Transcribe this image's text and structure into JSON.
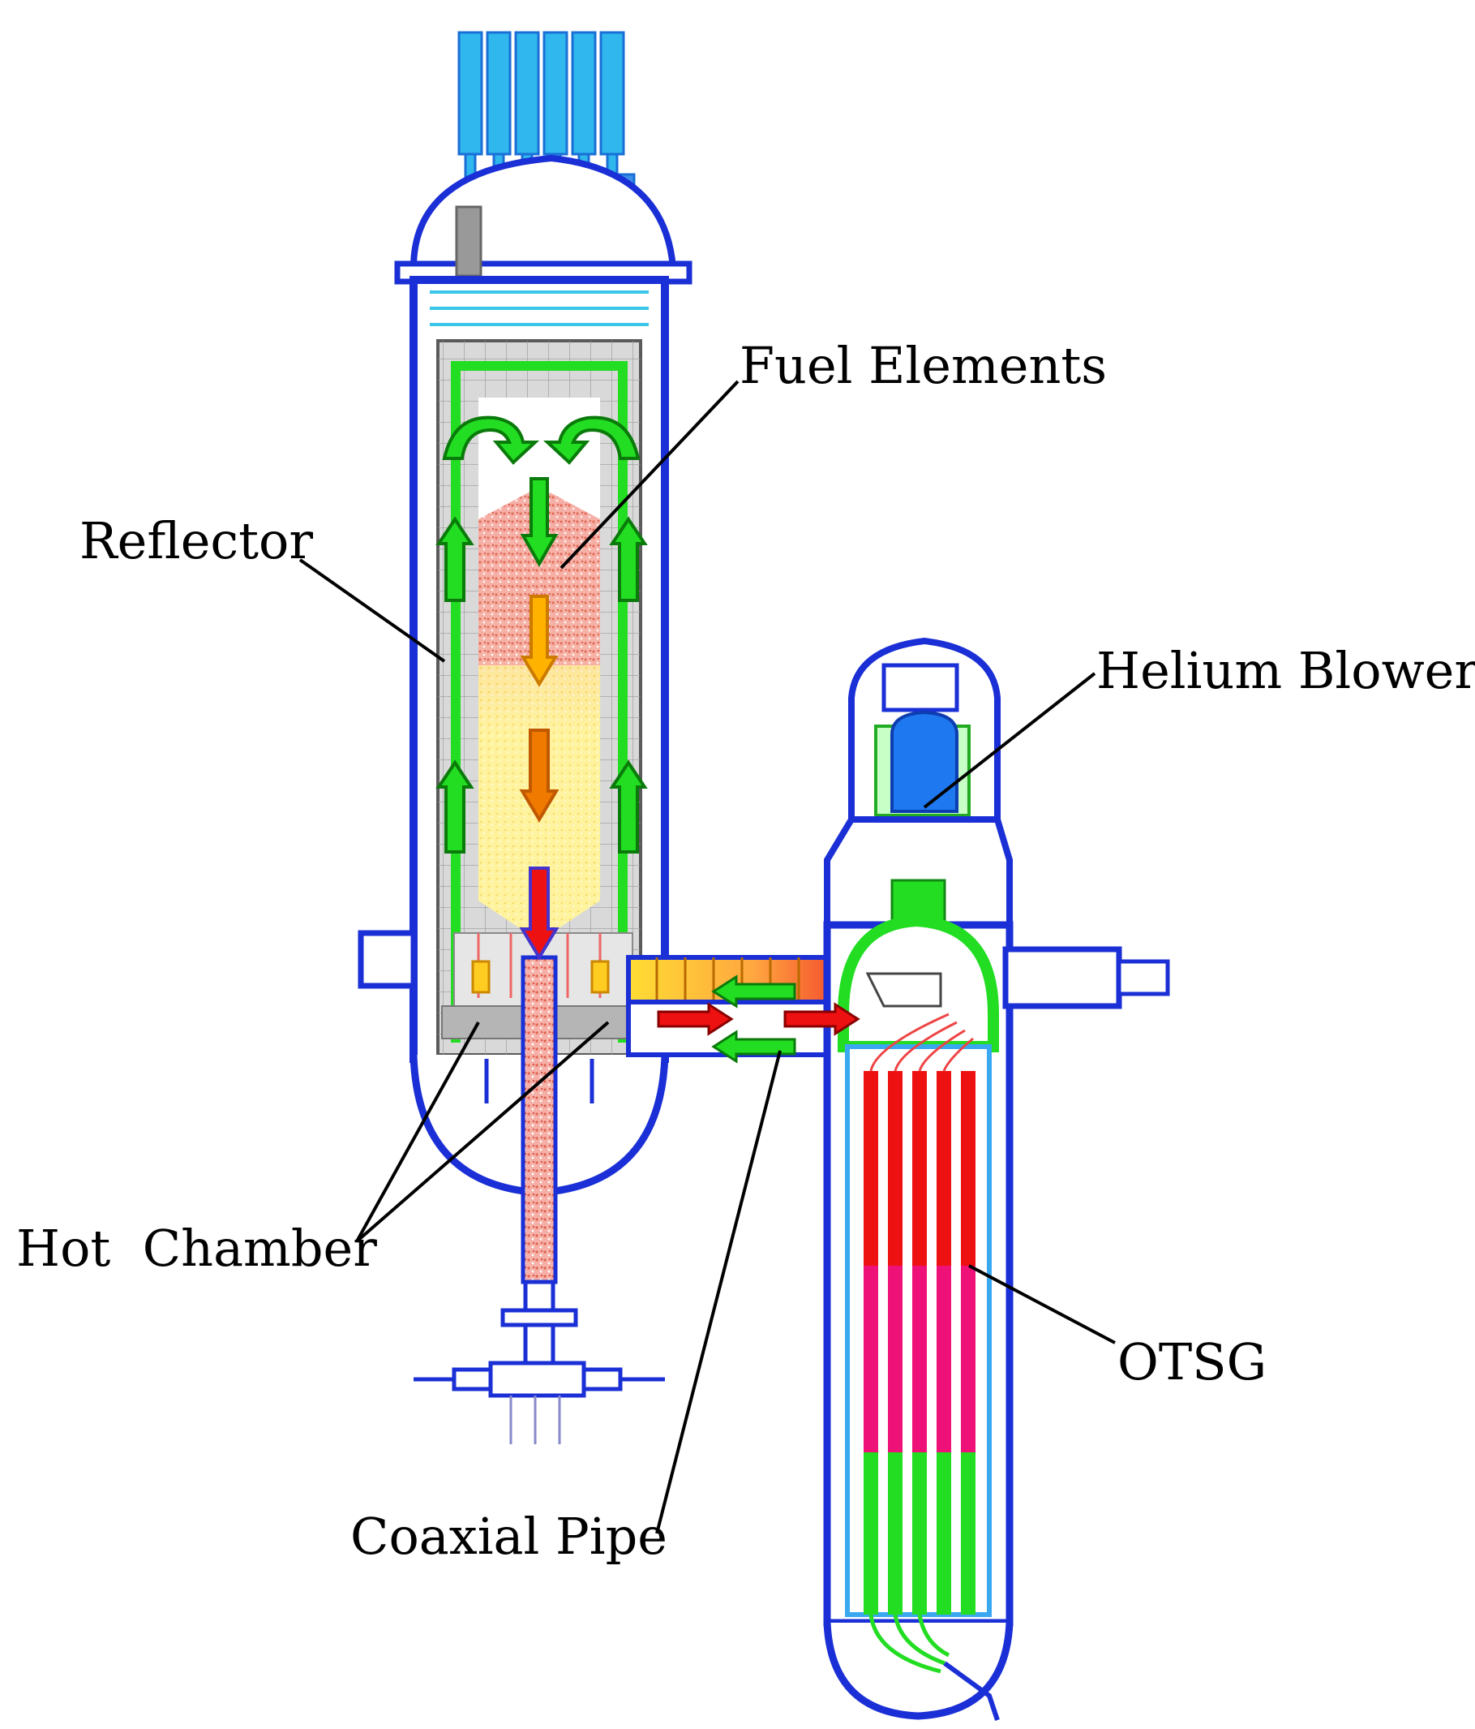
{
  "labels": {
    "fuel_elements": "Fuel Elements",
    "reflector": "Reflector",
    "helium_blower": "Helium Blower",
    "hot_chamber": "Hot  Chamber",
    "otsg": "OTSG",
    "coaxial_pipe": "Coaxial Pipe"
  },
  "colors": {
    "vessel_outline": "#1a2fd6",
    "light_blue": "#4aa8f0",
    "cyan": "#39c6ea",
    "green_flow": "#22dd22",
    "red_flow": "#ee1111",
    "orange_flow": "#ff9900",
    "magenta_tubes": "#ee1177",
    "fuel_red_zone": "#f09090",
    "fuel_yellow_zone": "#fff29a",
    "reflector_gray": "#d8d8d8"
  },
  "icons": {
    "green_up": "arrow-up-icon",
    "green_down": "arrow-down-icon",
    "curved": "curved-arrow-icon",
    "flow_left": "arrow-left-icon",
    "flow_right": "arrow-right-icon"
  }
}
